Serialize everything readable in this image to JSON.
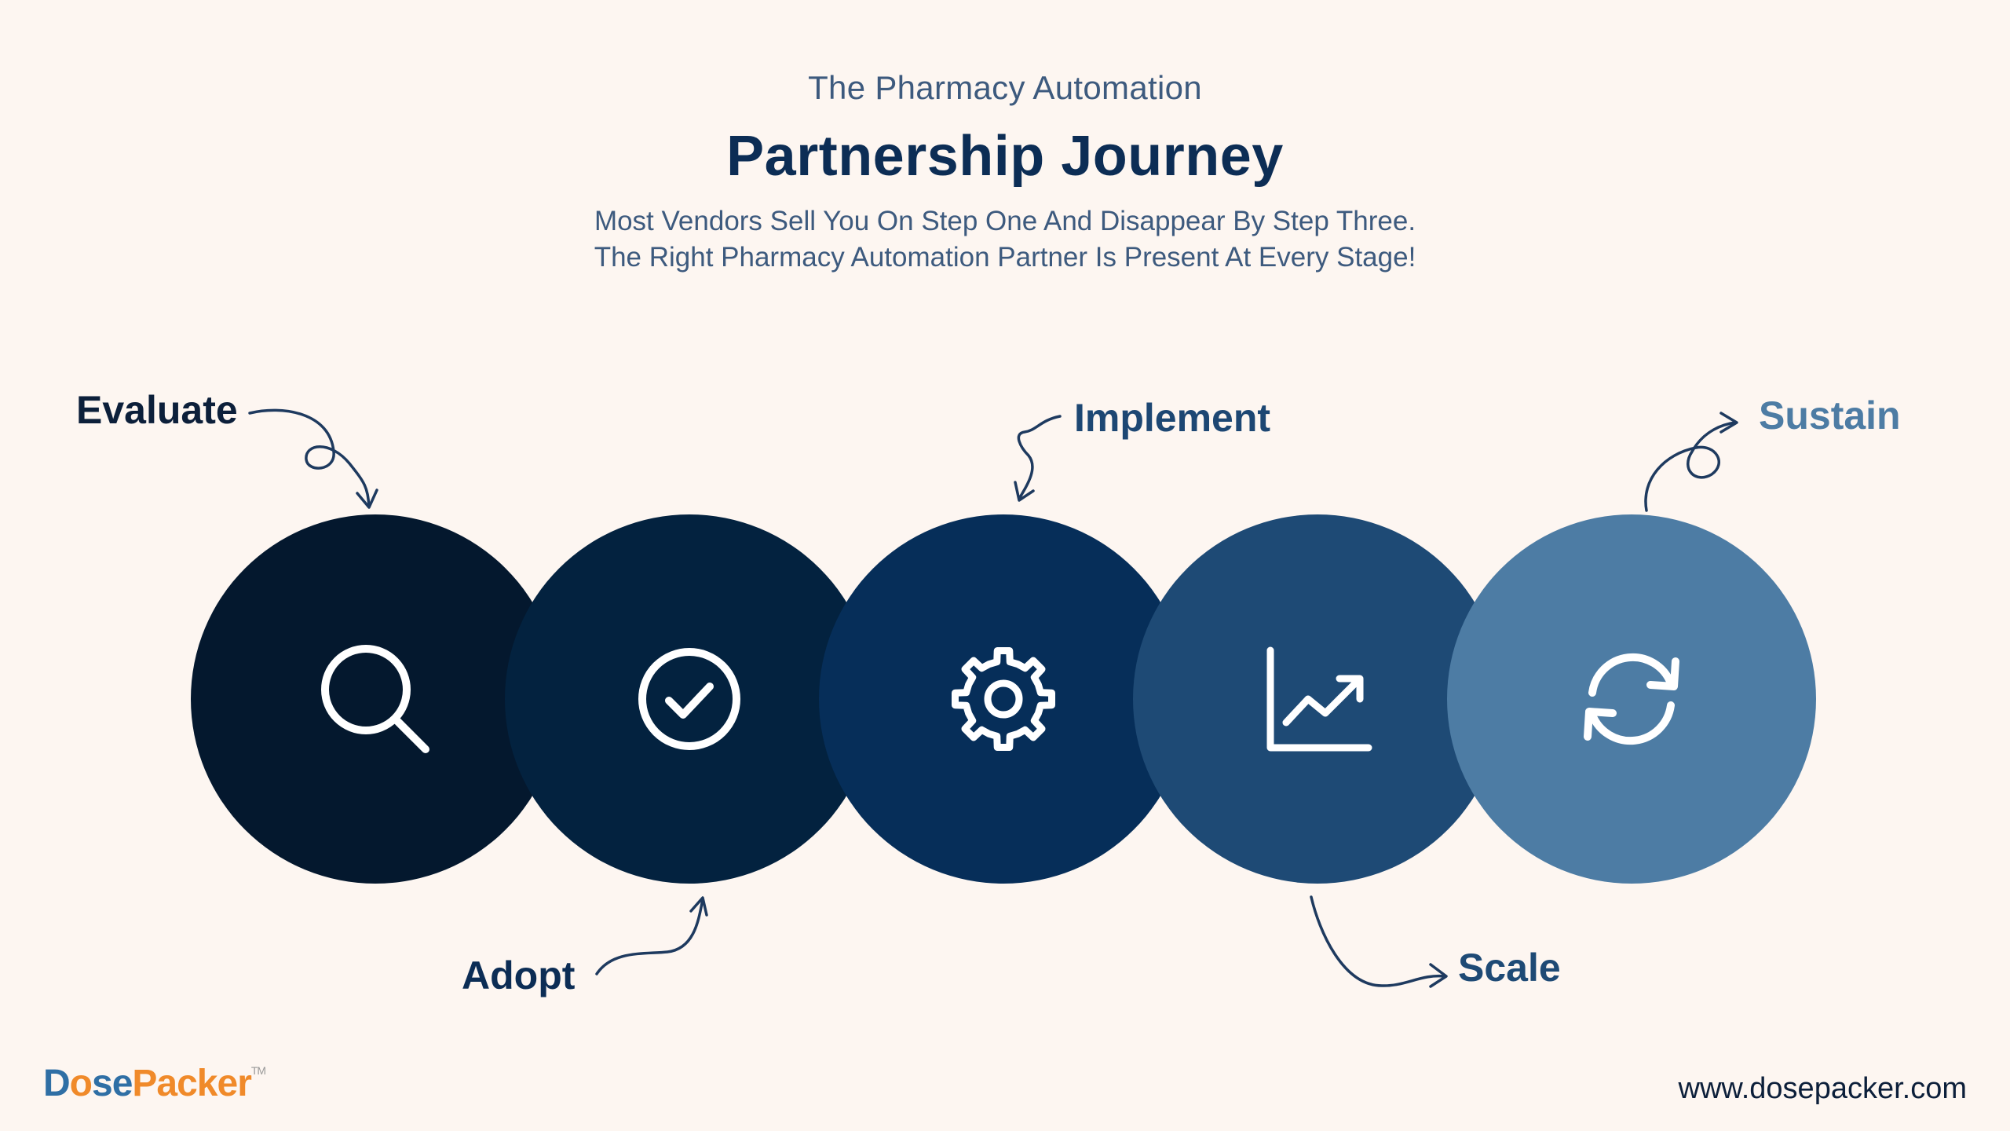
{
  "header": {
    "kicker": "The Pharmacy Automation",
    "title": "Partnership Journey",
    "subtitle_line1": "Most Vendors Sell You On Step One And Disappear By Step Three.",
    "subtitle_line2": "The Right Pharmacy Automation Partner Is Present At Every Stage!"
  },
  "stages": [
    {
      "label": "Evaluate",
      "icon": "search-icon",
      "color": "#04182e",
      "label_color": "#0c1f3a"
    },
    {
      "label": "Adopt",
      "icon": "check-circle-icon",
      "color": "#03223f",
      "label_color": "#0c2d55"
    },
    {
      "label": "Implement",
      "icon": "gear-icon",
      "color": "#062e59",
      "label_color": "#1d4773"
    },
    {
      "label": "Scale",
      "icon": "trend-chart-icon",
      "color": "#1e4a75",
      "label_color": "#1e4a75"
    },
    {
      "label": "Sustain",
      "icon": "refresh-icon",
      "color": "#4d7ca4",
      "label_color": "#4d7ca4"
    }
  ],
  "brand": {
    "part1": "D",
    "part2": "o",
    "part3": "se",
    "part4": "Packer",
    "tm": "TM"
  },
  "footer": {
    "website": "www.dosepacker.com"
  }
}
